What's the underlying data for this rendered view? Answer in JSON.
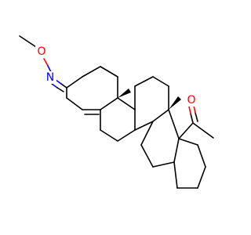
{
  "molecule": {
    "atoms": {
      "oxime_oxygen": {
        "symbol": "O",
        "color": "#ff0000"
      },
      "oxime_nitrogen": {
        "symbol": "N",
        "color": "#0000ff"
      },
      "ketone_oxygen": {
        "symbol": "O",
        "color": "#ff0000"
      }
    },
    "stereo": {
      "wedge_count": 2,
      "methyl_groups": 2
    },
    "colors": {
      "bond": "#000000",
      "oxygen": "#ff0000",
      "nitrogen": "#0000ff",
      "background": "#ffffff"
    }
  }
}
